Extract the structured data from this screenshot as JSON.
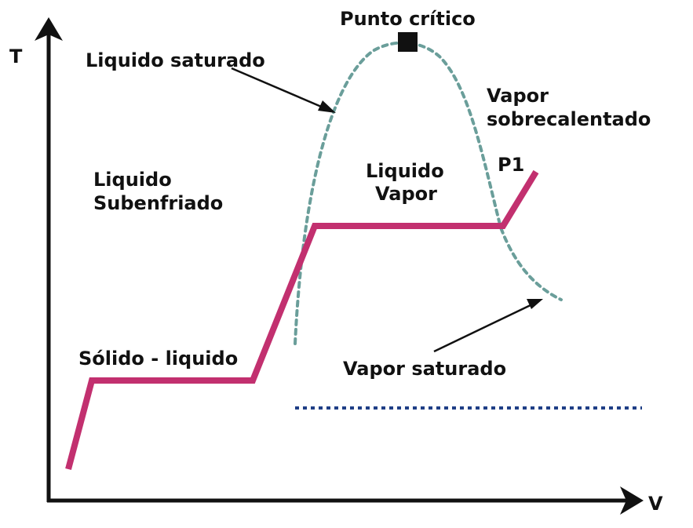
{
  "axes": {
    "y_label": "T",
    "x_label": "V"
  },
  "labels": {
    "critical_point": "Punto crítico",
    "saturated_liquid": "Liquido saturado",
    "superheated_vapor_line1": "Vapor",
    "superheated_vapor_line2": "sobrecalentado",
    "liquid_vapor_line1": "Liquido",
    "liquid_vapor_line2": "Vapor",
    "subcooled_liquid_line1": "Liquido",
    "subcooled_liquid_line2": "Subenfriado",
    "p1": "P1",
    "solid_liquid": "Sólido - liquido",
    "saturated_vapor": "Vapor saturado"
  },
  "colors": {
    "isobar": "#c2306f",
    "dome": "#6a9e9a",
    "dotted_line": "#1f3f86",
    "axes": "#111111",
    "text": "#111111"
  }
}
